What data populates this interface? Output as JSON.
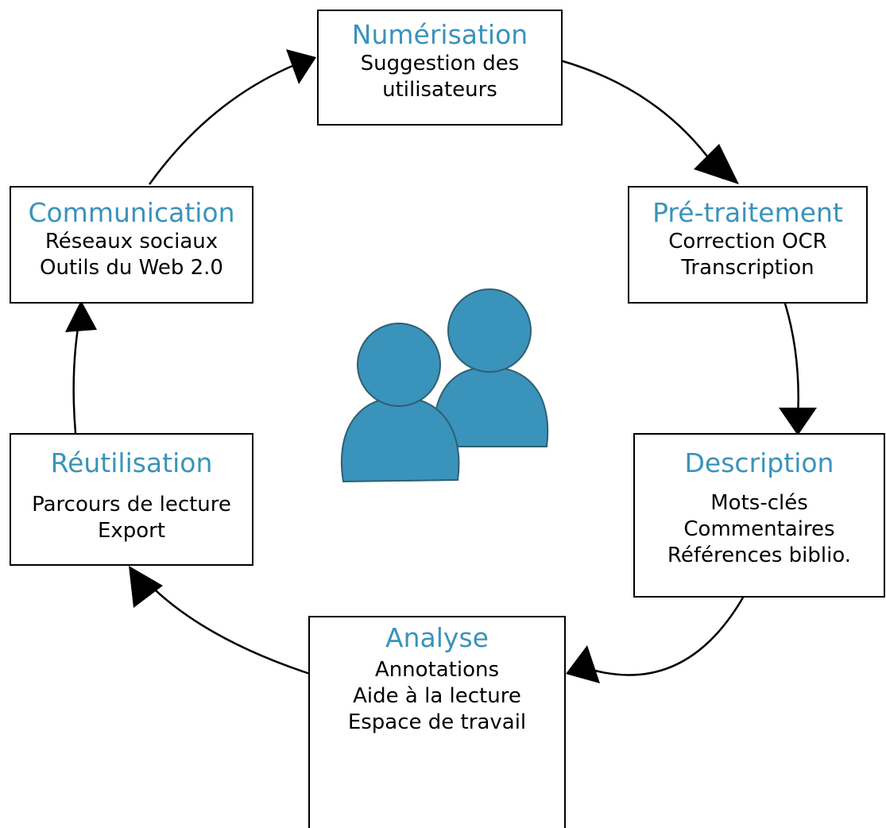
{
  "colors": {
    "title": "#3a93bb",
    "users_icon_fill": "#3a93bb",
    "users_icon_stroke": "#2f5f73",
    "arrow": "#000000",
    "box_border": "#000000"
  },
  "center_icon": "users-icon",
  "steps": [
    {
      "id": "numerisation",
      "title": "Numérisation",
      "lines": [
        "Suggestion des",
        "utilisateurs"
      ]
    },
    {
      "id": "pretraitement",
      "title": "Pré-traitement",
      "lines": [
        "Correction OCR",
        "Transcription"
      ]
    },
    {
      "id": "description",
      "title": "Description",
      "lines": [
        "Mots-clés",
        "Commentaires",
        "Références biblio."
      ]
    },
    {
      "id": "analyse",
      "title": "Analyse",
      "lines": [
        "Annotations",
        "Aide à la lecture",
        "Espace de travail"
      ]
    },
    {
      "id": "reutilisation",
      "title": "Réutilisation",
      "lines": [
        "Parcours de lecture",
        "Export"
      ]
    },
    {
      "id": "communication",
      "title": "Communication",
      "lines": [
        "Réseaux sociaux",
        "Outils du Web 2.0"
      ]
    }
  ]
}
